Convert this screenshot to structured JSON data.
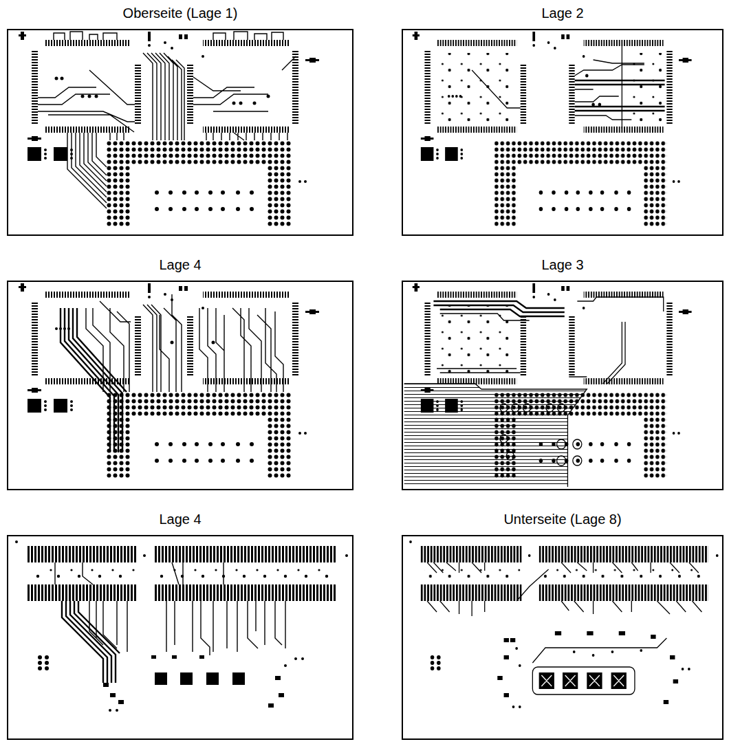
{
  "diagram": {
    "nodes": [
      {
        "text": [
          "Oberseite (Lage 1)"
        ]
      },
      {
        "text": [
          "Lage 2"
        ]
      },
      {
        "text": [
          "Lage 4"
        ]
      },
      {
        "text": [
          "Lage 3"
        ]
      },
      {
        "text": [
          "Lage 4"
        ]
      },
      {
        "text": [
          "Unterseite (Lage 8)"
        ]
      }
    ]
  }
}
